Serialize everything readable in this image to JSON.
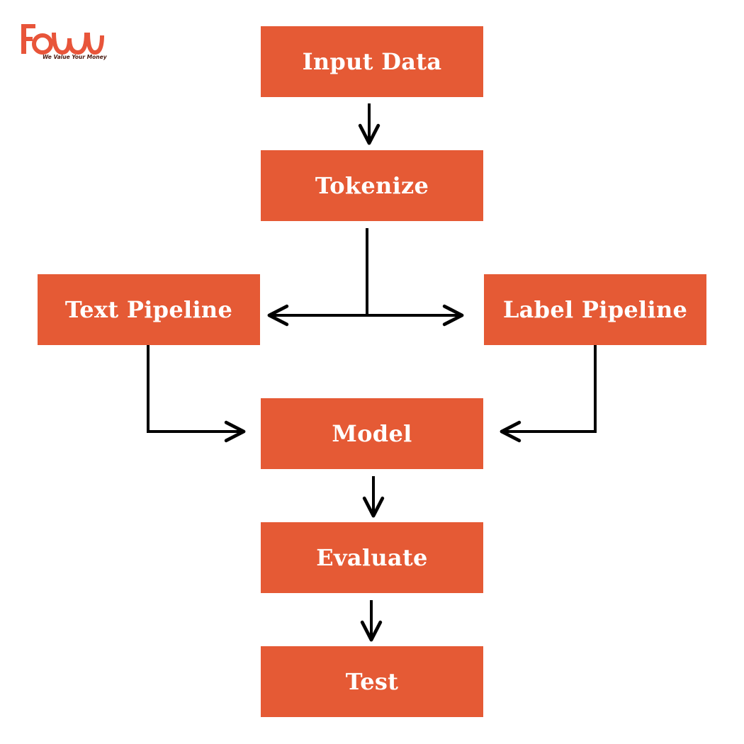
{
  "logo": {
    "tagline": "We Value Your Money",
    "brand_color": "#e8553a"
  },
  "nodes": [
    {
      "id": "input-data",
      "label": "Input Data"
    },
    {
      "id": "tokenize",
      "label": "Tokenize"
    },
    {
      "id": "text-pipeline",
      "label": "Text Pipeline"
    },
    {
      "id": "label-pipeline",
      "label": "Label Pipeline"
    },
    {
      "id": "model",
      "label": "Model"
    },
    {
      "id": "evaluate",
      "label": "Evaluate"
    },
    {
      "id": "test",
      "label": "Test"
    }
  ],
  "edges": [
    {
      "from": "input-data",
      "to": "tokenize"
    },
    {
      "from": "tokenize",
      "to": "text-pipeline"
    },
    {
      "from": "tokenize",
      "to": "label-pipeline"
    },
    {
      "from": "text-pipeline",
      "to": "model"
    },
    {
      "from": "label-pipeline",
      "to": "model"
    },
    {
      "from": "model",
      "to": "evaluate"
    },
    {
      "from": "evaluate",
      "to": "test"
    }
  ],
  "colors": {
    "node_fill": "#e55a35",
    "node_text": "#ffffff",
    "connector": "#000000"
  }
}
